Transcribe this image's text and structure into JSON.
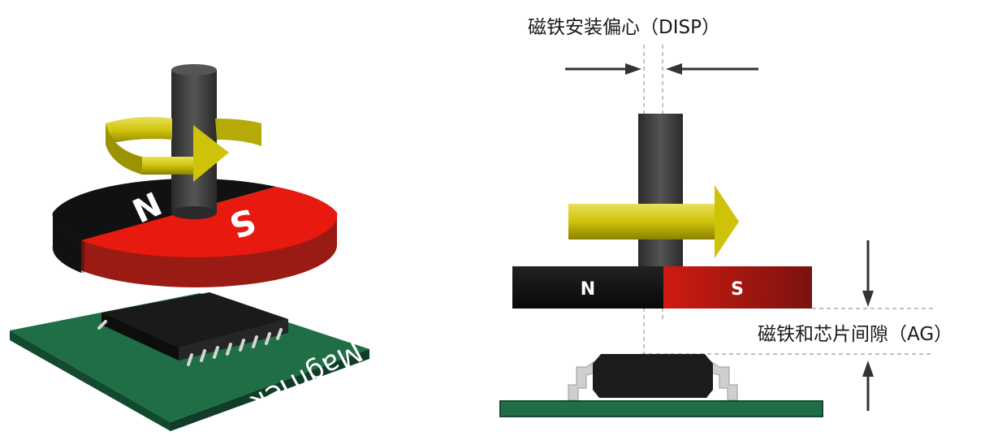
{
  "labels": {
    "displacement": "磁铁安装偏心（DISP）",
    "air_gap": "磁铁和芯片间隙（AG）",
    "pole_north": "N",
    "pole_south": "S",
    "pcb_brand": "MagnTek"
  },
  "colors": {
    "magnet_north": "#111111",
    "magnet_south": "#e8190f",
    "magnet_south_side": "#9a1a14",
    "shaft": "#3c3c3c",
    "rotation_arrow": "#d3c80c",
    "pcb": "#1f6e46",
    "chip": "#1c1c1c",
    "leads": "#cfcfcf",
    "guide_lines": "#999999",
    "dimension_arrows": "#333333"
  },
  "icons": {
    "rotation": "rotation-arrow-icon",
    "shaft": "shaft-icon",
    "chip": "chip-icon"
  }
}
